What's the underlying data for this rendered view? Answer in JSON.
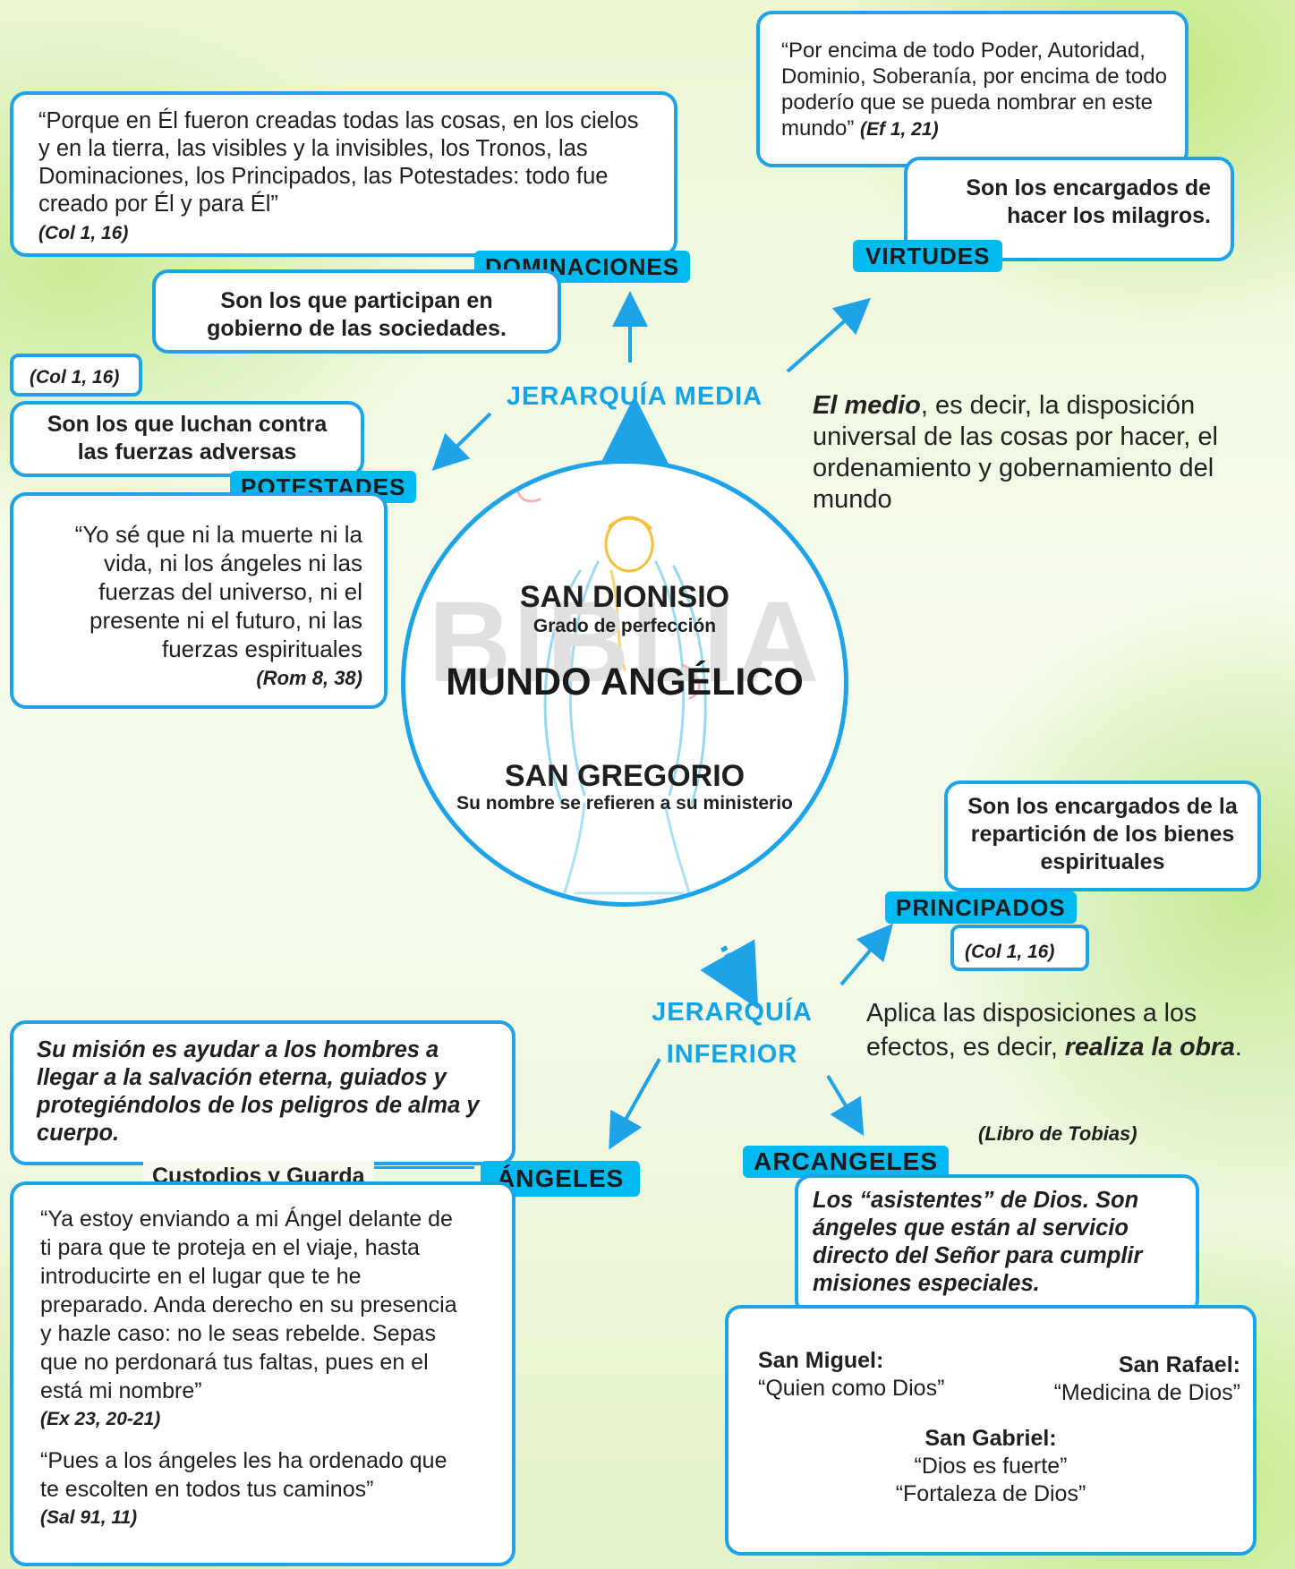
{
  "dominaciones": {
    "quote": "“Porque en Él fueron creadas todas las cosas, en los cielos y en la tierra, las visibles y la invisibles, los Tronos, las Dominaciones, los Principados, las Potestades: todo fue creado por Él y para Él”",
    "cite": "(Col 1, 16)",
    "label": "DOMINACIONES",
    "desc": "Son los que participan en gobierno de las sociedades."
  },
  "virtudes": {
    "quote": "“Por encima de todo Poder, Autoridad, Dominio, Soberanía, por encima de todo poderío que se pueda nombrar en este mundo”",
    "cite": "(Ef 1, 21)",
    "desc": "Son los encargados de hacer los milagros.",
    "label": "VIRTUDES"
  },
  "potestades": {
    "cite_top": "(Col 1, 16)",
    "desc": "Son los que luchan contra las fuerzas adversas",
    "label": "POTESTADES",
    "quote": "“Yo sé que ni la muerte ni la vida, ni los ángeles ni las fuerzas del universo, ni el presente ni el futuro, ni las fuerzas espirituales",
    "cite": "(Rom 8, 38)"
  },
  "jerarquia_media": {
    "label": "JERARQUÍA MEDIA",
    "desc_em": "El medio",
    "desc_rest": ", es decir, la disposición universal de las cosas por hacer, el ordenamiento y gobernamiento del mundo"
  },
  "center": {
    "dionisio": "SAN DIONISIO",
    "dionisio_sub": "Grado de perfección",
    "title": "MUNDO ANGÉLICO",
    "watermark": "BIBLIA",
    "gregorio": "SAN GREGORIO",
    "gregorio_sub": "Su nombre se refieren a su ministerio"
  },
  "principados": {
    "desc": "Son los encargados de la repartición de los bienes espirituales",
    "label": "PRINCIPADOS",
    "cite": "(Col 1, 16)"
  },
  "jerarquia_inferior": {
    "label_1": "JERARQUÍA",
    "label_2": "INFERIOR",
    "desc_pre": "Aplica las disposiciones a los efectos, es decir, ",
    "desc_em": "realiza la obra",
    "desc_post": "."
  },
  "angeles": {
    "mission": "Su misión es ayudar a los hombres a llegar a la salvación eterna, guiados y protegiéndolos de los peligros de alma y cuerpo.",
    "sub_label": "Custodios y Guarda",
    "label": "ÁNGELES",
    "quote1": "“Ya estoy enviando a mi Ángel delante de ti para que te proteja en el viaje, hasta introducirte en el lugar que te he preparado. Anda derecho en su presencia y hazle caso: no le seas rebelde. Sepas que no perdonará tus faltas, pues en el está mi nombre”",
    "cite1": "(Ex 23, 20-21)",
    "quote2": "“Pues a los ángeles les ha ordenado que te escolten en todos tus caminos”",
    "cite2": "(Sal 91, 11)"
  },
  "arcangeles": {
    "cite": "(Libro de Tobias)",
    "label": "ARCANGELES",
    "desc": "Los “asistentes” de Dios. Son ángeles que están al servicio directo del Señor para cumplir misiones especiales.",
    "miguel_name": "San Miguel:",
    "miguel_meaning": "“Quien como Dios”",
    "rafael_name": "San Rafael:",
    "rafael_meaning": "“Medicina de Dios”",
    "gabriel_name": "San Gabriel:",
    "gabriel_meaning_1": "“Dios es fuerte”",
    "gabriel_meaning_2": "“Fortaleza de Dios”"
  },
  "colors": {
    "accent": "#00b9ef",
    "border": "#1fa3e8",
    "heading": "#13a4e6"
  }
}
